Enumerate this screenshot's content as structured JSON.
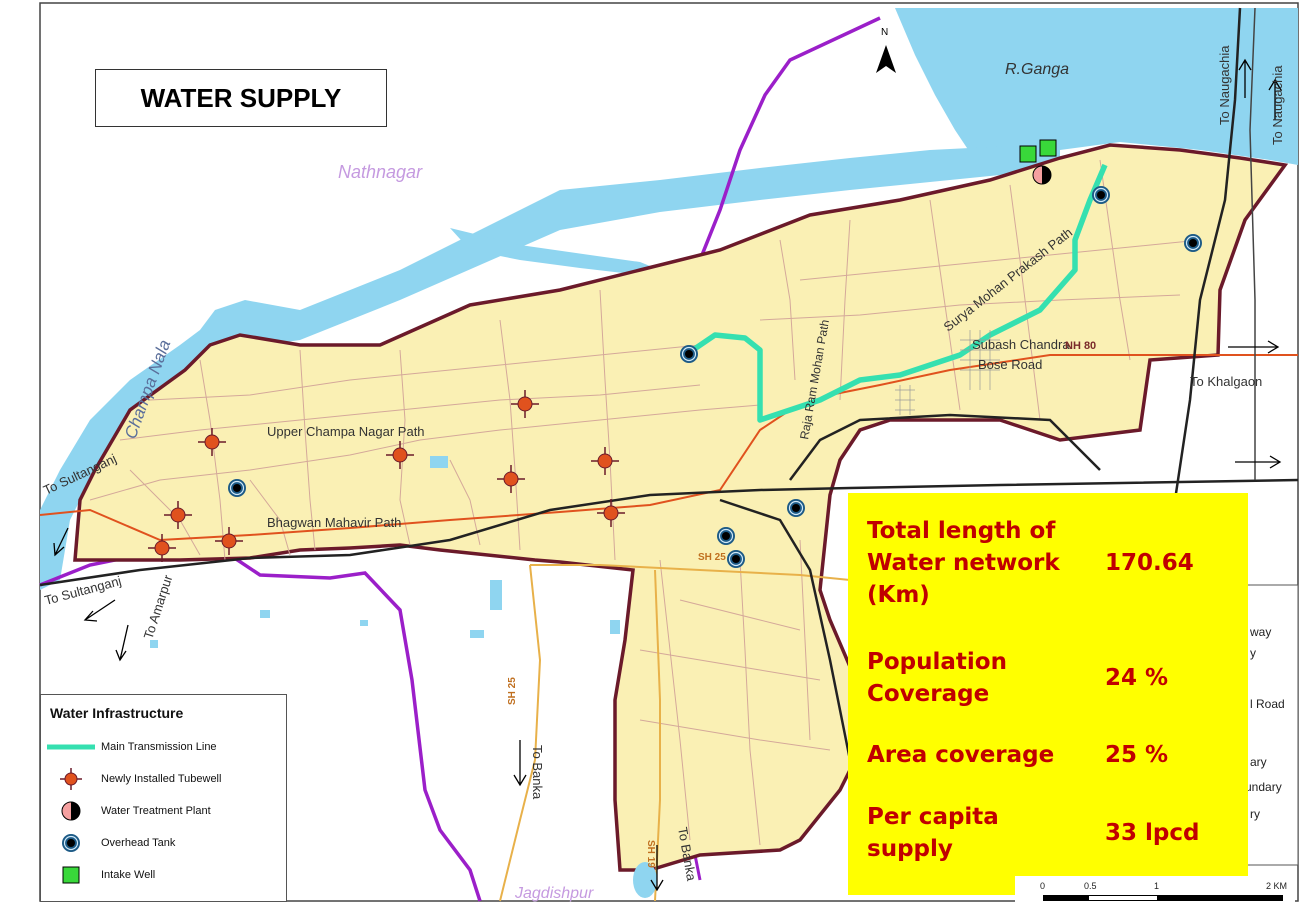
{
  "title": "WATER SUPPLY",
  "labels": {
    "river": "R.Ganga",
    "nathnagar": "Nathnagar",
    "champa_nala": "Champa Nala",
    "upper_champa": "Upper Champa Nagar Path",
    "bhagwan": "Bhagwan Mahavir Path",
    "surya": "Surya Mohan Prakash Path",
    "raja": "Raja Ram Mohan Path",
    "subash1": "Subash Chandra",
    "subash2": "Bose Road",
    "nh80": "NH 80",
    "sh25a": "SH 25",
    "sh25b": "SH 25",
    "sh19": "SH 19",
    "to_naugachia_1": "To Naugachia",
    "to_naugachia_2": "To Naugachia",
    "to_khalgaon": "To Khalgaon",
    "to_sultanganj_1": "To Sultanganj",
    "to_sultanganj_2": "To Sultanganj",
    "to_amarpur": "To Amarpur",
    "to_banka_1": "To Banka",
    "to_banka_2": "To Banka",
    "jagdishpur": "Jagdishpur",
    "north": "N",
    "partial_legend": [
      "way",
      "y",
      "l Road",
      "ary",
      "undary",
      "ry"
    ]
  },
  "legend": {
    "title": "Water Infrastructure",
    "items": [
      {
        "label": "Main Transmission Line",
        "icon": "transmission-line-icon"
      },
      {
        "label": "Newly Installed Tubewell",
        "icon": "tubewell-icon"
      },
      {
        "label": "Water Treatment Plant",
        "icon": "treatment-plant-icon"
      },
      {
        "label": "Overhead Tank",
        "icon": "overhead-tank-icon"
      },
      {
        "label": "Intake Well",
        "icon": "intake-well-icon"
      }
    ]
  },
  "stats": [
    {
      "label": "Total length of Water network (Km)",
      "value": "170.64"
    },
    {
      "label": "Population Coverage",
      "value": "24 %"
    },
    {
      "label": "Area coverage",
      "value": "25 %"
    },
    {
      "label": "Per capita supply",
      "value": "33 lpcd"
    }
  ],
  "scale": {
    "ticks": [
      "0",
      "0.5",
      "1",
      "2 KM"
    ]
  },
  "colors": {
    "river": "#8fd5f0",
    "town": "#faf0b4",
    "boundary": "#6b1a2a",
    "ward": "#9b1fc9",
    "transmission": "#35e0b0",
    "tubewell": "#e0521e",
    "tank": "#1c5a86",
    "intake": "#39d83a",
    "stats_bg": "#ffff00",
    "stats_text": "#c00000"
  }
}
